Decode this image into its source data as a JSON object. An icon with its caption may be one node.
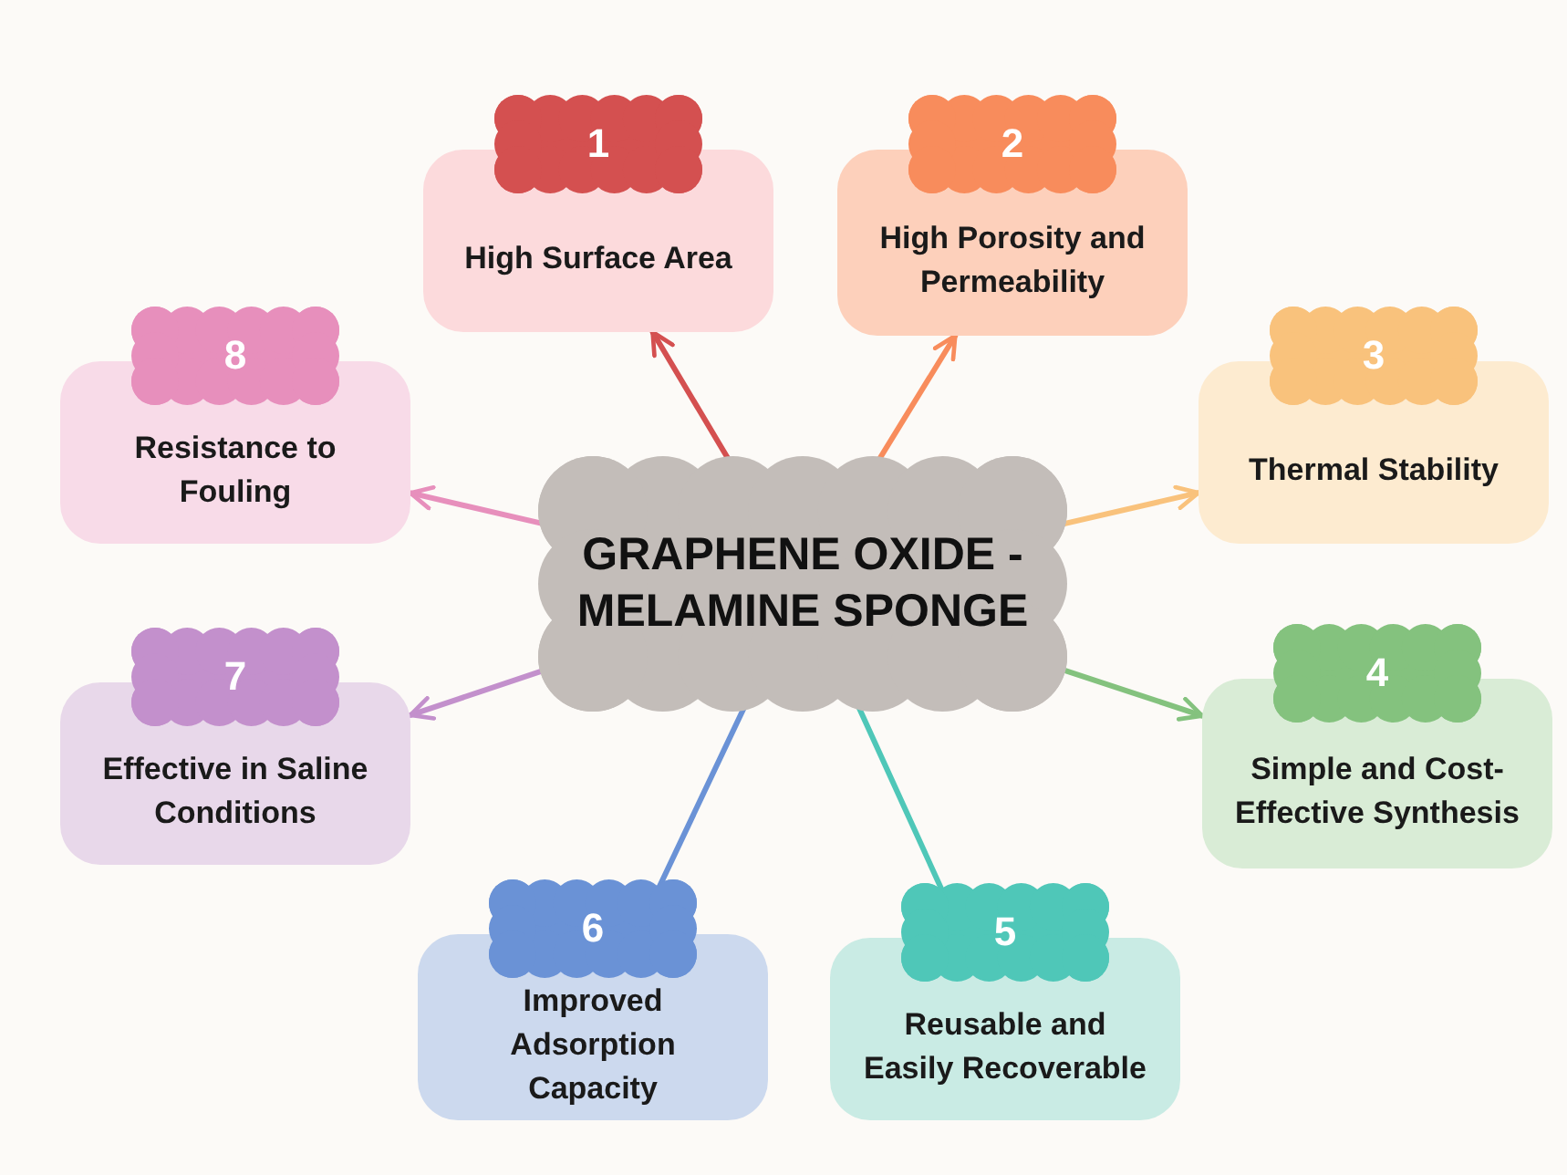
{
  "diagram": {
    "nodes": [
      {
        "text": [
          "GRAPHENE OXIDE - MELAMINE SPONGE"
        ]
      },
      {
        "text": [
          "1",
          "High Surface Area"
        ]
      },
      {
        "text": [
          "2",
          "High Porosity and Permeability"
        ]
      },
      {
        "text": [
          "3",
          "Thermal Stability"
        ]
      },
      {
        "text": [
          "4",
          "Simple and Cost-Effective Synthesis"
        ]
      },
      {
        "text": [
          "5",
          "Reusable and Easily Recoverable"
        ]
      },
      {
        "text": [
          "6",
          "Improved Adsorption Capacity"
        ]
      },
      {
        "text": [
          "7",
          "Effective in Saline Conditions"
        ]
      },
      {
        "text": [
          "8",
          "Resistance to Fouling"
        ]
      }
    ],
    "edges": [
      {
        "from": 0,
        "to": 1,
        "arrow": "to",
        "color": "#d45050"
      },
      {
        "from": 0,
        "to": 2,
        "arrow": "to",
        "color": "#f88c5c"
      },
      {
        "from": 0,
        "to": 3,
        "arrow": "to",
        "color": "#f9c27c"
      },
      {
        "from": 0,
        "to": 4,
        "arrow": "to",
        "color": "#84c27e"
      },
      {
        "from": 0,
        "to": 5,
        "arrow": "to",
        "color": "#4fc7b8"
      },
      {
        "from": 0,
        "to": 6,
        "arrow": "to",
        "color": "#6a92d6"
      },
      {
        "from": 0,
        "to": 7,
        "arrow": "to",
        "color": "#c390cc"
      },
      {
        "from": 0,
        "to": 8,
        "arrow": "to",
        "color": "#e78fbc"
      }
    ]
  }
}
